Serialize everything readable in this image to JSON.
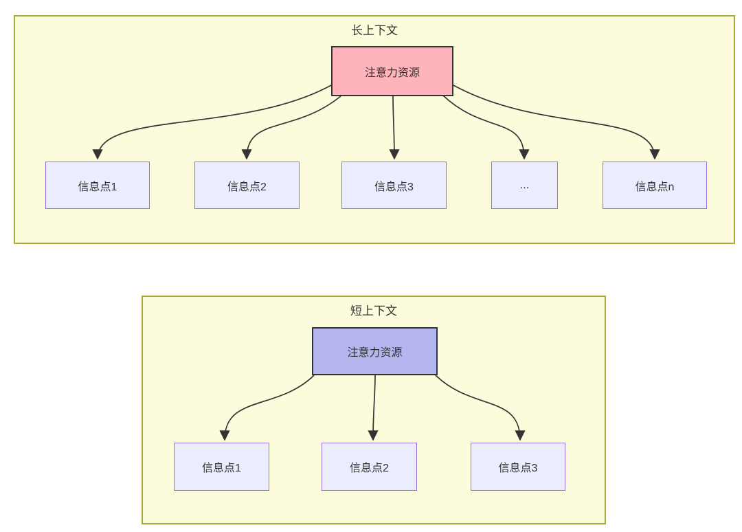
{
  "colors": {
    "panel_bg": "#fcfcdc",
    "panel_border": "#a9a93a",
    "node_bg": "#ececff",
    "node_border": "#9370db",
    "attention_long_bg": "#ffb3ba",
    "attention_short_bg": "#b5b5f0",
    "attention_border": "#333333",
    "edge_color": "#333333",
    "text_color": "#333333"
  },
  "long_context": {
    "title": "长上下文",
    "attention_label": "注意力资源",
    "info_points": [
      {
        "label": "信息点1"
      },
      {
        "label": "信息点2"
      },
      {
        "label": "信息点3"
      },
      {
        "label": "..."
      },
      {
        "label": "信息点n"
      }
    ]
  },
  "short_context": {
    "title": "短上下文",
    "attention_label": "注意力资源",
    "info_points": [
      {
        "label": "信息点1"
      },
      {
        "label": "信息点2"
      },
      {
        "label": "信息点3"
      }
    ]
  }
}
